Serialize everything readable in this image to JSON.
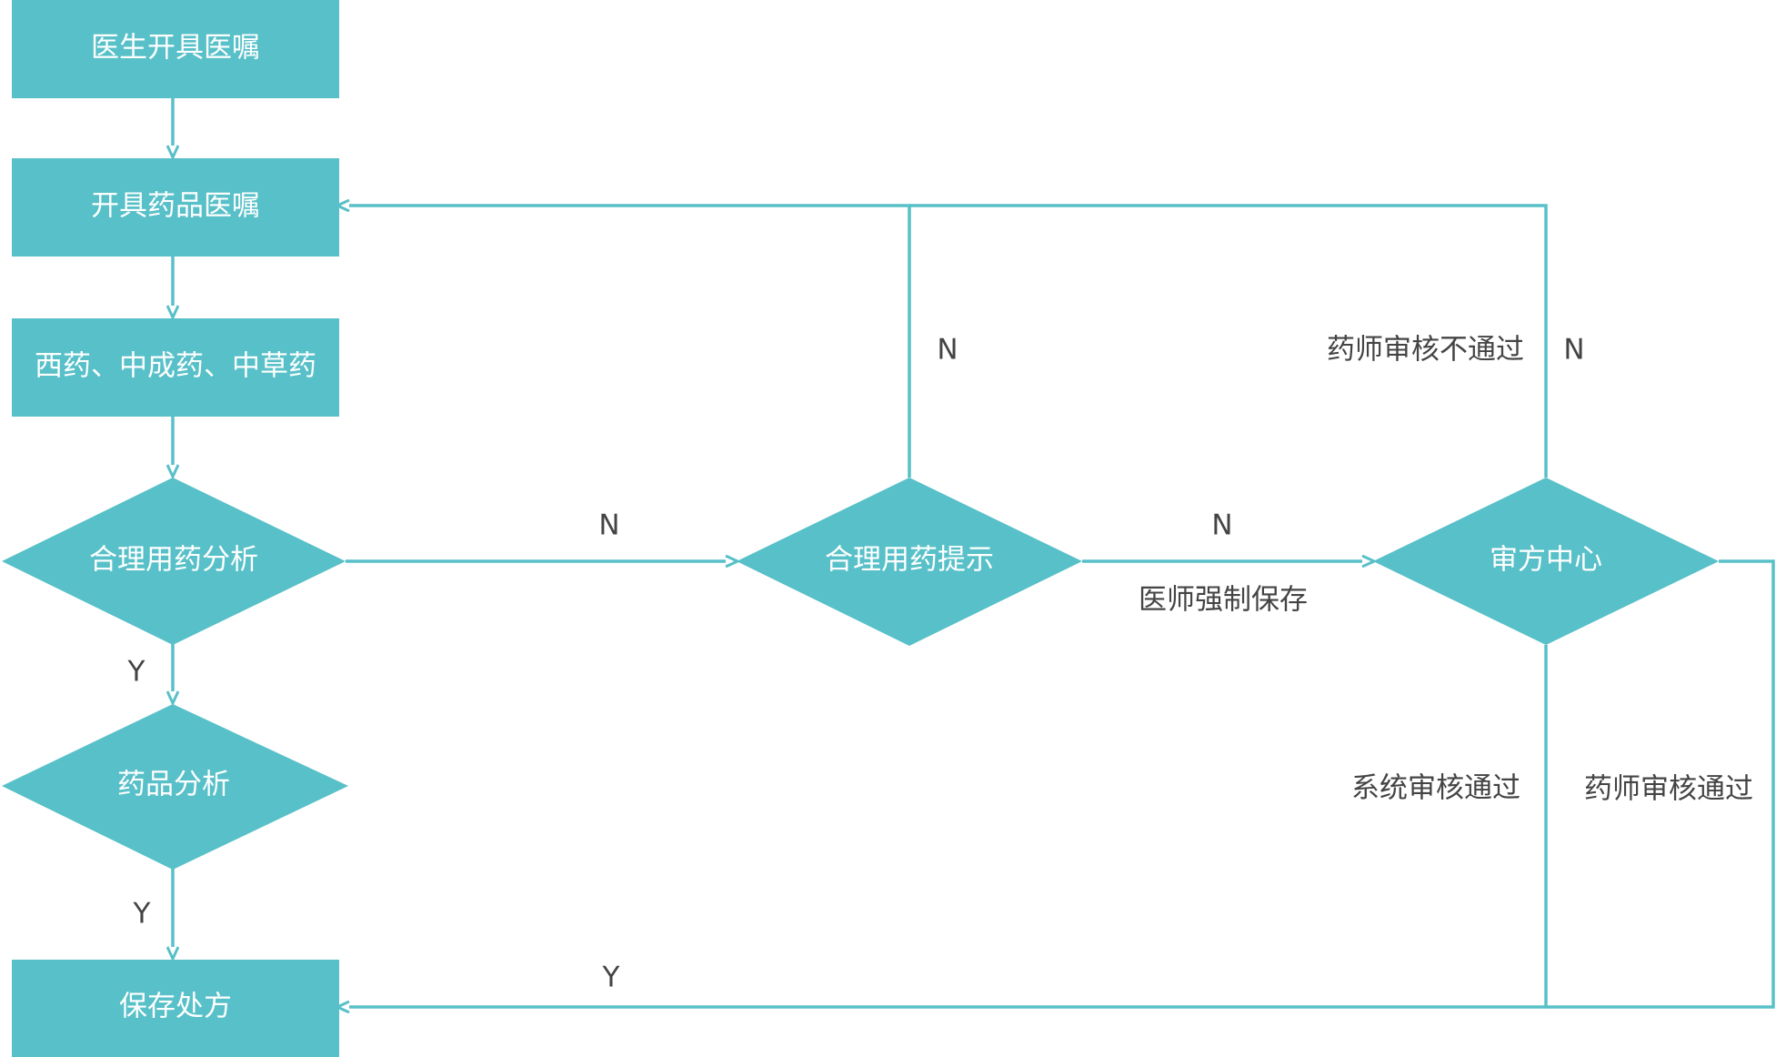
{
  "colors": {
    "node_fill": "#58c0c8",
    "edge": "#58c0c8",
    "node_text": "#ffffff",
    "edge_label": "#444444"
  },
  "nodes": {
    "doctor_order": "医生开具医嘱",
    "drug_order": "开具药品医嘱",
    "medicine_types": "西药、中成药、中草药",
    "rational_analysis": "合理用药分析",
    "drug_analysis": "药品分析",
    "save_prescription": "保存处方",
    "rational_hint": "合理用药提示",
    "review_center": "审方中心"
  },
  "edge_labels": {
    "y_rational_to_drug": "Y",
    "y_drug_to_save": "Y",
    "n_rational_to_hint": "N",
    "n_hint_to_review": "N",
    "doctor_force_save": "医师强制保存",
    "n_hint_back": "N",
    "pharmacist_reject": "药师审核不通过",
    "n_review_back": "N",
    "system_pass": "系统审核通过",
    "pharmacist_pass": "药师审核通过",
    "y_to_save": "Y"
  }
}
